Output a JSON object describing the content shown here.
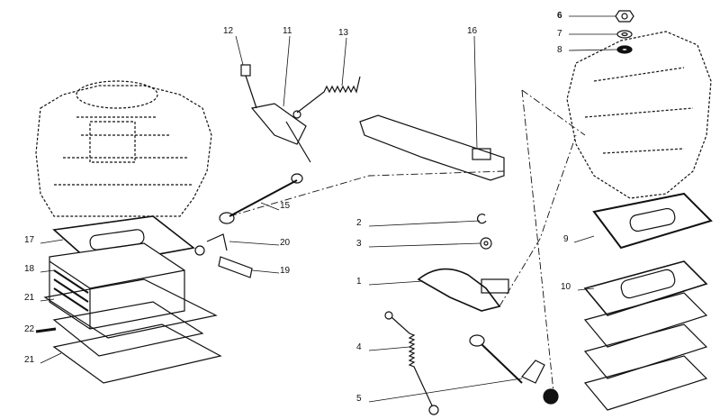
{
  "diagram": {
    "labels": {
      "p1": "1",
      "p2": "2",
      "p3": "3",
      "p4": "4",
      "p5": "5",
      "p6": "6",
      "p7": "7",
      "p8": "8",
      "p9": "9",
      "p10": "10",
      "p11": "11",
      "p12": "12",
      "p13": "13",
      "p15": "15",
      "p16": "16",
      "p17": "17",
      "p18": "18",
      "p19": "19",
      "p20": "20",
      "p21a": "21",
      "p21b": "21",
      "p22": "22"
    },
    "colors": {
      "ink": "#111111",
      "background": "#ffffff"
    }
  }
}
